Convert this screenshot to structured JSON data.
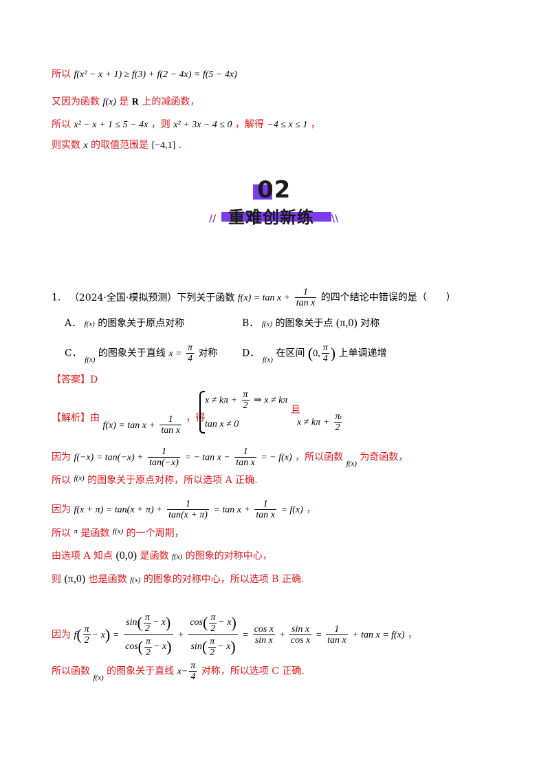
{
  "lines": {
    "l1": "所以",
    "l1_math": "f(x² − x + 1) ≥ f(3) + f(2 − 4x) = f(5 − 4x)",
    "l2_a": "又因为函数",
    "l2_math": "f(x)",
    "l2_b": "是",
    "l2_R": "R",
    "l2_c": "上的减函数，",
    "l3_a": "所以",
    "l3_math1": "x² − x + 1 ≤ 5 − 4x",
    "l3_b": "，则",
    "l3_math2": "x² + 3x − 4 ≤ 0",
    "l3_c": "，解得",
    "l3_math3": "−4 ≤ x ≤ 1",
    "l3_d": "，",
    "l4_a": "则实数",
    "l4_x": "x",
    "l4_b": "的取值范围是",
    "l4_math": "[−4,1]",
    "l4_c": "."
  },
  "section": {
    "number": "02",
    "title": "重难创新练",
    "left_deco": "//",
    "right_deco": "\\\\"
  },
  "question": {
    "num": "1.",
    "source": "（2024·全国·模拟预测）下列关于函数",
    "fx": "f(x) = tan x +",
    "frac_n": "1",
    "frac_d": "tan x",
    "tail": "的四个结论中错误的是（　　）",
    "A_label": "A．",
    "A_math": "f(x)",
    "A_text": "的图象关于原点对称",
    "B_label": "B．",
    "B_math": "f(x)",
    "B_text1": "的图象关于点",
    "B_point": "(π,0)",
    "B_text2": "对称",
    "C_label": "C．",
    "C_math": "f(x)",
    "C_text1": "的图象关于直线",
    "C_x": "x =",
    "C_n": "π",
    "C_d": "4",
    "C_text2": "对称",
    "D_label": "D．",
    "D_math": "f(x)",
    "D_text1": "在区间",
    "D_open": "0,",
    "D_n": "π",
    "D_d": "4",
    "D_text2": "上单调递增"
  },
  "answer": {
    "label": "【答案】",
    "value": "D"
  },
  "analysis": {
    "label": "【解析】",
    "a1": "由",
    "a1_fx": "f(x) = tan x +",
    "a1_n": "1",
    "a1_d": "tan x",
    "a1_b": "，得",
    "sys1_a": "x ≠ kπ +",
    "sys1_n": "π",
    "sys1_d": "2",
    "sys1_b": "⇒ x ≠ kπ",
    "sys2": "tan x ≠ 0",
    "a1_c": "且",
    "a1_e": "x ≠ kπ +",
    "a1_en": "π",
    "a1_ed": "2",
    "a1_f": "，",
    "p2_a": "因为",
    "p2_m1": "f(−x) = tan(−x) +",
    "p2_n1": "1",
    "p2_d1": "tan(−x)",
    "p2_m2": "= − tan x −",
    "p2_n2": "1",
    "p2_d2": "tan x",
    "p2_m3": "= − f(x)",
    "p2_b": "，所以函数",
    "p2_fx": "f(x)",
    "p2_c": "为奇函数，",
    "p3_a": "所以",
    "p3_fx": "f(x)",
    "p3_b": "的图象关于原点对称，所以选项 A 正确.",
    "p4_a": "因为",
    "p4_m1": "f(x + π) = tan(x + π) +",
    "p4_n1": "1",
    "p4_d1": "tan(x + π)",
    "p4_m2": "= tan x +",
    "p4_n2": "1",
    "p4_d2": "tan x",
    "p4_m3": "= f(x)",
    "p4_b": "，",
    "p5_a": "所以",
    "p5_pi": "π",
    "p5_b": "是函数",
    "p5_fx": "f(x)",
    "p5_c": "的一个周期，",
    "p6_a": "由选项 A 知点",
    "p6_pt": "(0,0)",
    "p6_b": "是函数",
    "p6_fx": "f(x)",
    "p6_c": "的图象的对称中心，",
    "p7_a": "则",
    "p7_pt": "(π,0)",
    "p7_b": "也是函数",
    "p7_fx": "f(x)",
    "p7_c": "的图象的对称中心，所以选项 B 正确.",
    "p8_a": "因为",
    "p8_f": "f",
    "p8_pin": "π",
    "p8_pid": "2",
    "p8_x": "− x",
    "p8_sin": "sin",
    "p8_cos": "cos",
    "p8_m": "=",
    "p8_r1n": "cos x",
    "p8_r1d": "sin x",
    "p8_r2n": "sin x",
    "p8_r2d": "cos x",
    "p8_r3n": "1",
    "p8_r3d": "tan x",
    "p8_tail": "+ tan x = f(x)",
    "p8_b": "，",
    "p9_a": "所以函数",
    "p9_fx": "f(x)",
    "p9_b": "的图象关于直线",
    "p9_x": "x−",
    "p9_n": "π",
    "p9_d": "4",
    "p9_c": "对称，所以选项 C 正确."
  },
  "colors": {
    "text_red": "#e0191e",
    "badge_purple": "#7b3cf0",
    "title_dark": "#1a1a1a"
  }
}
